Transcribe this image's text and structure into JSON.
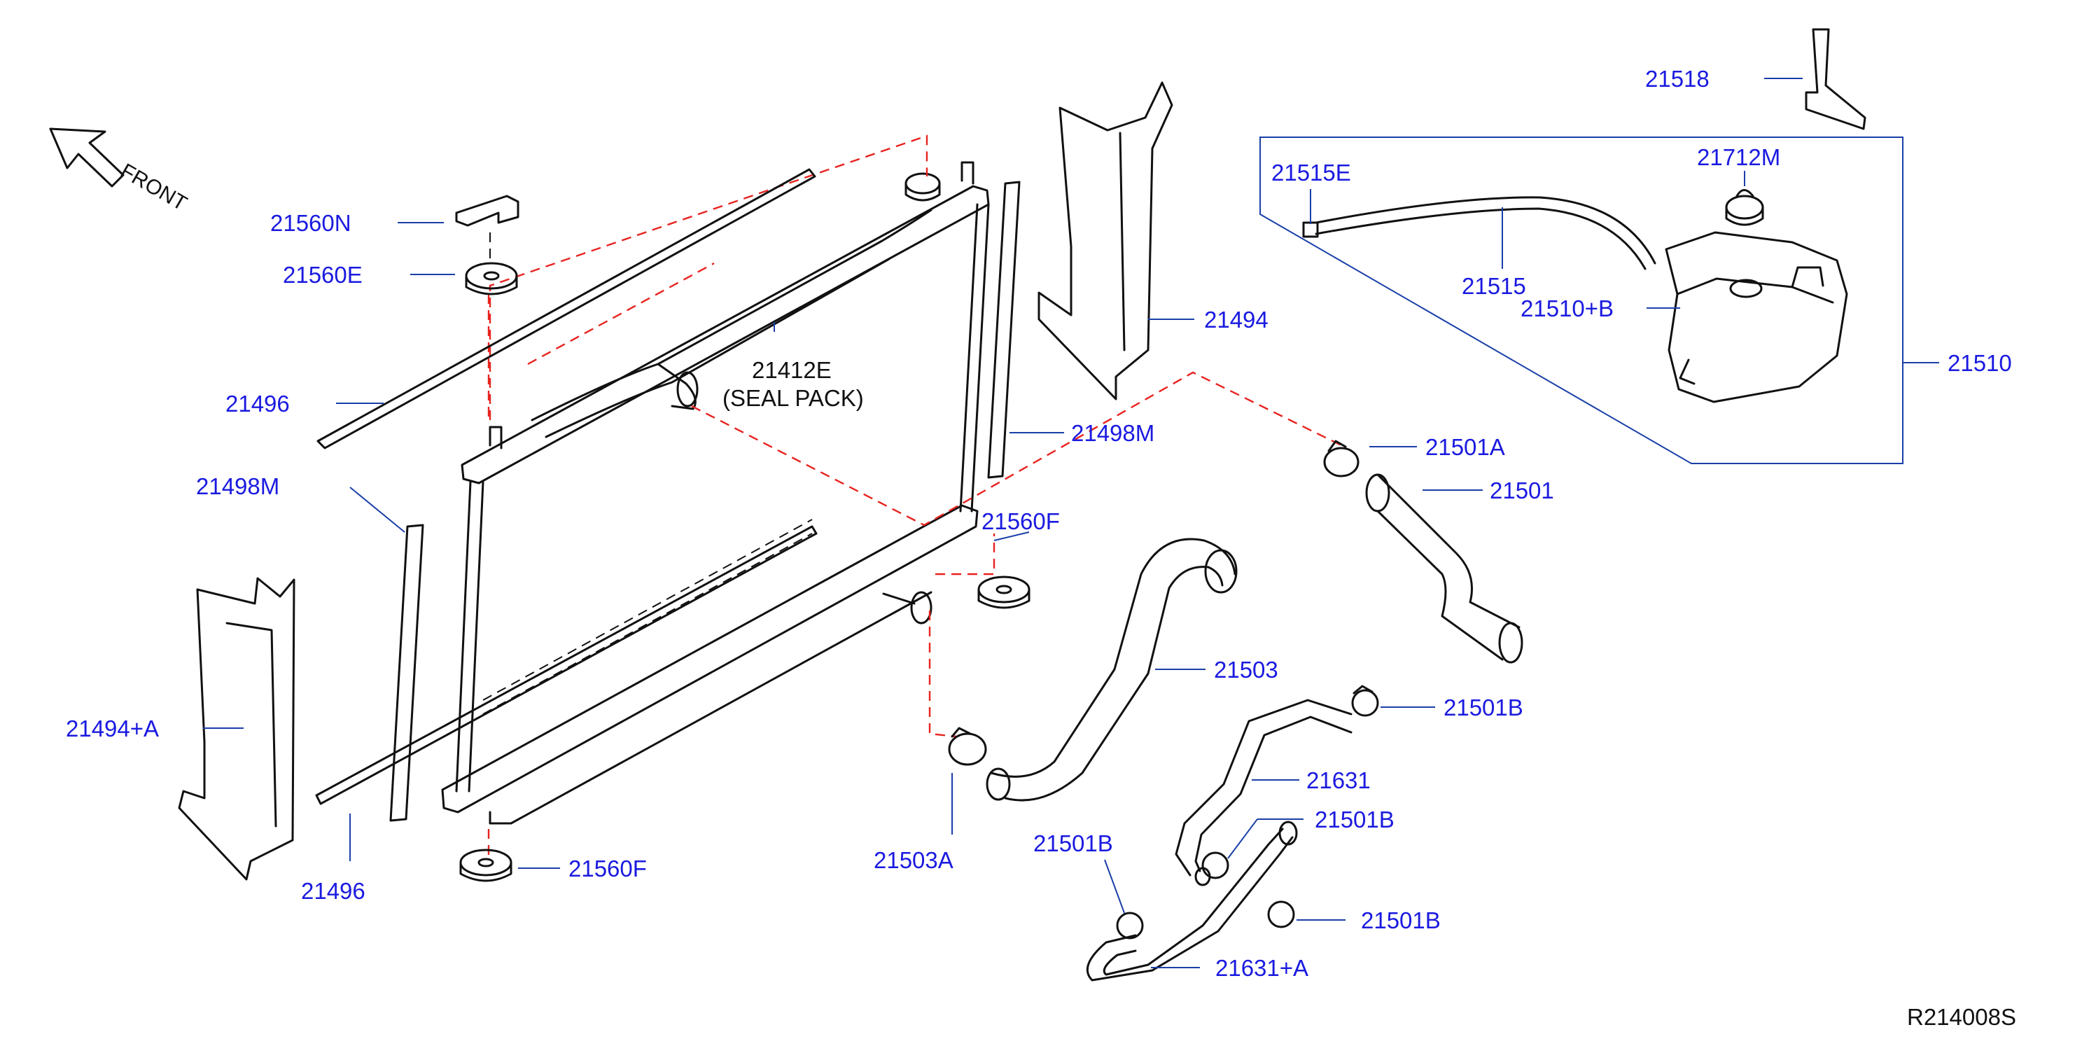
{
  "diagram": {
    "front_text": "FRONT",
    "ref_code": "R214008S",
    "labels": {
      "p21518": "21518",
      "p21712M": "21712M",
      "p21515E": "21515E",
      "p21515": "21515",
      "p21510B": "21510+B",
      "p21510": "21510",
      "p21560N": "21560N",
      "p21560E": "21560E",
      "p21494": "21494",
      "p21412E": "21412E",
      "p21412E_sub": "(SEAL   PACK)",
      "p21496_top": "21496",
      "p21498M_right": "21498M",
      "p21498M_left": "21498M",
      "p21501A": "21501A",
      "p21501": "21501",
      "p21560F_top": "21560F",
      "p21503": "21503",
      "p21494A": "21494+A",
      "p21501B_1": "21501B",
      "p21631": "21631",
      "p21501B_2": "21501B",
      "p21501B_3": "21501B",
      "p21501B_4": "21501B",
      "p21503A": "21503A",
      "p21496_bottom": "21496",
      "p21560F_bottom": "21560F",
      "p21631A": "21631+A"
    },
    "colors": {
      "label_text": "#1a1ae0",
      "leader_lines": "#1a3fa8",
      "hidden_line": "#e8231f",
      "parts": "#111111"
    }
  }
}
